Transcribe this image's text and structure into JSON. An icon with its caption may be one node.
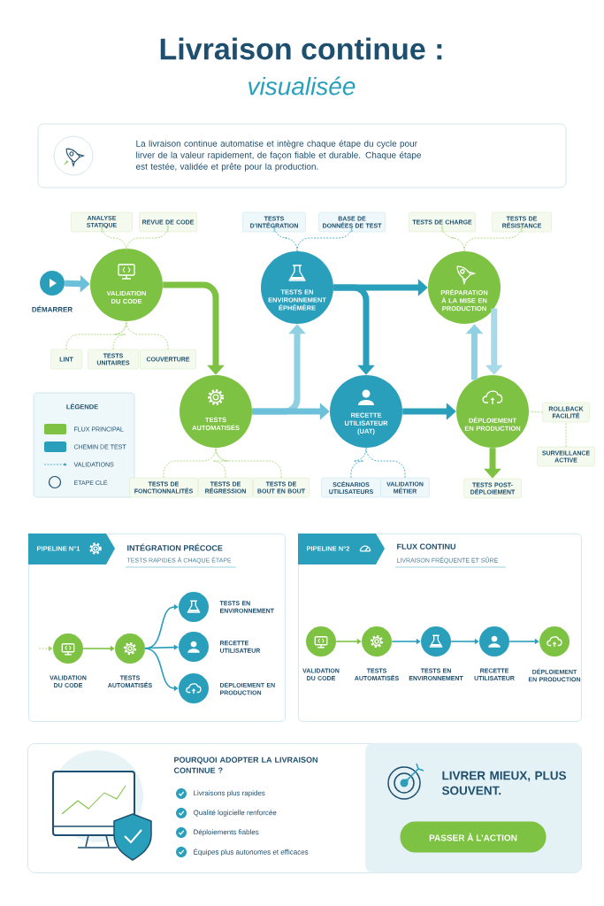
{
  "diagram": {
    "title": "Livraison continue :",
    "nodes": [
      {
        "text": [
          "La livraison continue automatise et intègre chaque étape du cycle pour lirver de la valeur rapidement, de façon fiable et durable. Chaque étape est testée, validée et prête pour la production."
        ]
      },
      {
        "text": [],
        "shape": "circle",
        "beside": [
          "DÉMARRER"
        ]
      },
      {
        "text": [
          "VALIDATION DU CODE"
        ]
      },
      {
        "text": [
          "TESTS AUTOMATISÉS"
        ]
      },
      {
        "text": [
          "TESTS EN ENVIRONNEMENT ÉPHÉMÈRE"
        ]
      },
      {
        "text": [
          "RECETTE UTILISATEUR (UAT)"
        ]
      },
      {
        "text": [
          "PRÉPARATION À LA MISE EN PRODUCTION"
        ]
      },
      {
        "text": [
          "DÉPLOIEMENT EN PRODUCTION"
        ]
      },
      {
        "text": [
          "TESTS POST-DÉPLOIEMENT"
        ]
      },
      {
        "text": [
          "ANALYSE STATIQUE"
        ]
      },
      {
        "text": [
          "REVUE DE CODE"
        ]
      },
      {
        "text": [
          "LINT"
        ]
      },
      {
        "text": [
          "TESTS UNITAIRES"
        ]
      },
      {
        "text": [
          "COUVERTURE"
        ]
      },
      {
        "text": [
          "TESTS D’INTÉGRATION"
        ]
      },
      {
        "text": [
          "BASE DE DONNÉES DE TEST"
        ]
      },
      {
        "text": [
          "TESTS DE CHARGE"
        ]
      },
      {
        "text": [
          "TESTS DE RÉSISTANCE"
        ]
      },
      {
        "text": [
          "TESTS DE FONCTIONNALITÉS"
        ]
      },
      {
        "text": [
          "TESTS DE RÉGRESSION"
        ]
      },
      {
        "text": [
          "TESTS DE BOUT EN BOUT"
        ]
      },
      {
        "text": [
          "SCÉNARIOS UTILISATEURS"
        ]
      },
      {
        "text": [
          "VALIDATION MÉTIER"
        ]
      },
      {
        "text": [
          "ROLLBACK FACILITÉ"
        ]
      },
      {
        "text": [
          "SURVEILLANCE ACTIVE"
        ]
      },
      {
        "text": [
          "PIPELINE N°1",
          "INTÉGRATION PRÉCOCE",
          "TESTS RAPIDES À CHAQUE ÉTAPE"
        ]
      },
      {
        "text": [],
        "shape": "circle",
        "beside": [
          "VALIDATION DU CODE"
        ],
        "in": 25
      },
      {
        "text": [],
        "shape": "circle",
        "beside": [
          "TESTS AUTOMATISÉS"
        ],
        "in": 25
      },
      {
        "text": [],
        "shape": "circle",
        "beside": [
          "TESTS EN ENVIRONNEMENT"
        ],
        "in": 25
      },
      {
        "text": [],
        "shape": "circle",
        "beside": [
          "RECETTE UTILISATEUR"
        ],
        "in": 25
      },
      {
        "text": [],
        "shape": "circle",
        "beside": [
          "DÉPLOIEMENT EN PRODUCTION"
        ],
        "in": 25
      },
      {
        "text": [
          "PIPELINE N°2",
          "FLUX CONTINU",
          "LIVRAISON FRÉQUENTE ET SÛRE"
        ]
      },
      {
        "text": [],
        "shape": "circle",
        "beside": [
          "VALIDATION DU CODE"
        ],
        "in": 31
      },
      {
        "text": [],
        "shape": "circle",
        "beside": [
          "TESTS AUTOMATISÉS"
        ],
        "in": 31
      },
      {
        "text": [],
        "shape": "circle",
        "beside": [
          "TESTS EN ENVIRONNEMENT"
        ],
        "in": 31
      },
      {
        "text": [],
        "shape": "circle",
        "beside": [
          "RECETTE UTILISATEUR"
        ],
        "in": 31
      },
      {
        "text": [],
        "shape": "circle",
        "beside": [
          "DÉPLOIEMENT EN PRODUCTION"
        ],
        "in": 31
      },
      {
        "text": [
          "POURQUOI ADOPTER LA LIVRAISON CONTINUE ?",
          "Livraisons plus rapides",
          "Qualité logicielle renforcée",
          "Déploiements fiables",
          "Équipes plus autonomes et efficaces"
        ]
      },
      {
        "text": [
          "LIVRER MIEUX, PLUS SOUVENT."
        ],
        "in": 37
      },
      {
        "text": [
          "PASSER À L’ACTION"
        ],
        "in": 38
      }
    ],
    "edges": [
      {
        "from": 1,
        "to": 2,
        "arrow": "to",
        "style": "thick",
        "color": "#6cc0d9"
      },
      {
        "from": 2,
        "to": 3,
        "arrow": "to",
        "style": "thick",
        "color": "#7dc242"
      },
      {
        "from": 3,
        "to": 4,
        "arrow": "to",
        "style": "thick",
        "color": "#8fd0e2"
      },
      {
        "from": 3,
        "to": 5,
        "arrow": "to",
        "style": "thick",
        "color": "#6cc0d9"
      },
      {
        "from": 4,
        "to": 5,
        "arrow": "to",
        "style": "thick"
      },
      {
        "from": 4,
        "to": 6,
        "arrow": "to",
        "style": "thick"
      },
      {
        "from": 5,
        "to": 7,
        "arrow": "to",
        "style": "thick"
      },
      {
        "from": 7,
        "to": 6,
        "arrow": "to",
        "style": "thick",
        "color": "#8fd0e2"
      },
      {
        "from": 6,
        "to": 7,
        "arrow": "to",
        "style": "thick",
        "color": "#a8d9e8"
      },
      {
        "from": 7,
        "to": 8,
        "arrow": "to",
        "style": "thick",
        "color": "#7dc242"
      },
      {
        "from": 9,
        "to": 2,
        "arrow": "none",
        "style": "dashed",
        "color": "#9fd36a"
      },
      {
        "from": 10,
        "to": 2,
        "arrow": "none",
        "style": "dashed",
        "color": "#9fd36a"
      },
      {
        "from": 11,
        "to": 2,
        "arrow": "none",
        "style": "dashed",
        "color": "#9fd36a"
      },
      {
        "from": 12,
        "to": 2,
        "arrow": "none",
        "style": "dashed",
        "color": "#9fd36a"
      },
      {
        "from": 13,
        "to": 2,
        "arrow": "none",
        "style": "dashed",
        "color": "#9fd36a"
      },
      {
        "from": 14,
        "to": 4,
        "arrow": "none",
        "style": "dashed"
      },
      {
        "from": 15,
        "to": 4,
        "arrow": "none",
        "style": "dashed"
      },
      {
        "from": 16,
        "to": 6,
        "arrow": "none",
        "style": "dashed",
        "color": "#9fd36a"
      },
      {
        "from": 17,
        "to": 6,
        "arrow": "none",
        "style": "dashed",
        "color": "#9fd36a"
      },
      {
        "from": 18,
        "to": 3,
        "arrow": "none",
        "style": "dashed",
        "color": "#9fd36a"
      },
      {
        "from": 19,
        "to": 3,
        "arrow": "none",
        "style": "dashed",
        "color": "#9fd36a"
      },
      {
        "from": 20,
        "to": 3,
        "arrow": "none",
        "style": "dashed",
        "color": "#9fd36a"
      },
      {
        "from": 21,
        "to": 5,
        "arrow": "none",
        "style": "dashed"
      },
      {
        "from": 22,
        "to": 5,
        "arrow": "none",
        "style": "dashed"
      },
      {
        "from": 23,
        "to": 7,
        "arrow": "none",
        "style": "dashed",
        "color": "#9fd36a"
      },
      {
        "from": 24,
        "to": 23,
        "arrow": "none",
        "style": "dashed",
        "color": "#9fd36a"
      },
      {
        "from": null,
        "to": 26,
        "arrow": "to",
        "style": "dashed",
        "color": "#9fd36a"
      },
      {
        "from": 26,
        "to": 27,
        "arrow": "to",
        "color": "#7dc242"
      },
      {
        "from": 27,
        "to": 28,
        "arrow": "to"
      },
      {
        "from": 27,
        "to": 29,
        "arrow": "to"
      },
      {
        "from": 27,
        "to": 30,
        "arrow": "to"
      },
      {
        "from": 32,
        "to": 33,
        "arrow": "to",
        "color": "#7dc242"
      },
      {
        "from": 33,
        "to": 34,
        "arrow": "to"
      },
      {
        "from": 34,
        "to": 35,
        "arrow": "to"
      },
      {
        "from": 35,
        "to": 36,
        "arrow": "to"
      }
    ],
    "labels": [
      "visualisée",
      "LÉGENDE"
    ],
    "legend": [
      {
        "text": "FLUX PRINCIPAL",
        "color": "#7dc242"
      },
      {
        "text": "CHEMIN DE TEST",
        "color": "#2a9fbc"
      },
      {
        "text": "VALIDATIONS"
      },
      {
        "text": "ÉTAPE CLÉ"
      }
    ]
  }
}
